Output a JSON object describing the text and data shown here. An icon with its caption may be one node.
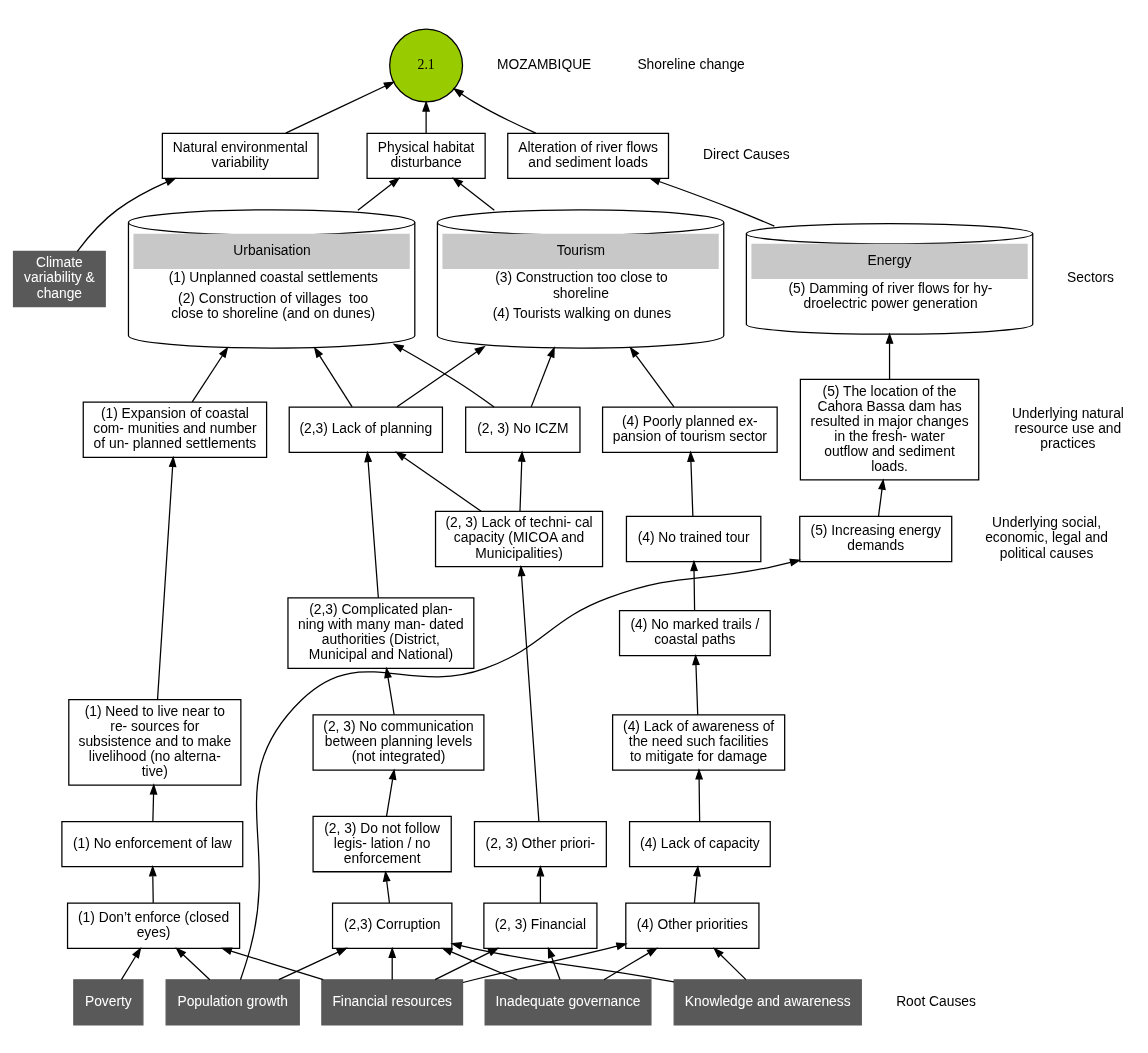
{
  "diagram": {
    "nodes": [
      {
        "text": [
          "2.1"
        ]
      },
      {
        "text": [
          "Natural environmental variability"
        ]
      },
      {
        "text": [
          "Physical habitat disturbance"
        ]
      },
      {
        "text": [
          "Alteration of river flows and sediment loads"
        ]
      },
      {
        "text": [
          "Urbanisation",
          "(1) Unplanned coastal settlements",
          "(2) Construction of villages  too close to shoreline (and on dunes)"
        ]
      },
      {
        "text": [
          "Tourism",
          "(3) Construction too close to shoreline",
          "(4) Tourists walking on dunes"
        ]
      },
      {
        "text": [
          "Energy",
          "(5) Damming of river flows for hy- droelectric power generation"
        ]
      },
      {
        "text": [
          "(1) Expansion of coastal com- munities and number of un- planned settlements"
        ]
      },
      {
        "text": [
          "(1) Need to live near to re- sources for subsistence and to make livelihood (no alterna- tive)"
        ]
      },
      {
        "text": [
          "(1) No enforcement of law"
        ]
      },
      {
        "text": [
          "(1) Don’t enforce (closed eyes)"
        ]
      },
      {
        "text": [
          "(2,3) Lack of planning"
        ]
      },
      {
        "text": [
          "(2,3) Complicated plan- ning with many man- dated authorities (District, Municipal and National)"
        ]
      },
      {
        "text": [
          "(2, 3) No communication between planning levels (not integrated)"
        ]
      },
      {
        "text": [
          "(2, 3) Do not follow legis- lation / no enforcement"
        ]
      },
      {
        "text": [
          "(2,3) Corruption"
        ]
      },
      {
        "text": [
          "(2, 3) No ICZM"
        ]
      },
      {
        "text": [
          "(2, 3) Lack of techni- cal capacity (MICOA and Municipalities)"
        ]
      },
      {
        "text": [
          "(2, 3) Other priori-"
        ]
      },
      {
        "text": [
          "(2, 3) Financial"
        ]
      },
      {
        "text": [
          "(4) Poorly planned ex- pansion of tourism sector"
        ]
      },
      {
        "text": [
          "(4) No trained tour"
        ]
      },
      {
        "text": [
          "(4) No marked trails / coastal paths"
        ]
      },
      {
        "text": [
          "(4) Lack of awareness of the need such facilities to mitigate for damage"
        ]
      },
      {
        "text": [
          "(4) Lack of capacity"
        ]
      },
      {
        "text": [
          "(4) Other priorities"
        ]
      },
      {
        "text": [
          "(5) The location of the Cahora Bassa dam has resulted in major changes in the fresh- water outflow and sediment loads."
        ]
      },
      {
        "text": [
          "(5) Increasing energy demands"
        ]
      },
      {
        "text": [
          "Climate variability & change"
        ]
      },
      {
        "text": [
          "Poverty"
        ]
      },
      {
        "text": [
          "Population growth"
        ]
      },
      {
        "text": [
          "Financial resources"
        ]
      },
      {
        "text": [
          "Inadequate governance"
        ]
      },
      {
        "text": [
          "Knowledge and awareness"
        ]
      }
    ],
    "edges": [
      {
        "from": 1,
        "to": 0,
        "arrow": "to"
      },
      {
        "from": 2,
        "to": 0,
        "arrow": "to"
      },
      {
        "from": 3,
        "to": 0,
        "arrow": "to"
      },
      {
        "from": 4,
        "to": 2,
        "arrow": "to"
      },
      {
        "from": 5,
        "to": 2,
        "arrow": "to"
      },
      {
        "from": 6,
        "to": 3,
        "arrow": "to"
      },
      {
        "from": 7,
        "to": 4,
        "arrow": "to"
      },
      {
        "from": 8,
        "to": 7,
        "arrow": "to"
      },
      {
        "from": 9,
        "to": 8,
        "arrow": "to"
      },
      {
        "from": 10,
        "to": 9,
        "arrow": "to"
      },
      {
        "from": 11,
        "to": 4,
        "arrow": "to"
      },
      {
        "from": 11,
        "to": 5,
        "arrow": "to"
      },
      {
        "from": 16,
        "to": 4,
        "arrow": "to"
      },
      {
        "from": 16,
        "to": 5,
        "arrow": "to"
      },
      {
        "from": 20,
        "to": 5,
        "arrow": "to"
      },
      {
        "from": 12,
        "to": 11,
        "arrow": "to"
      },
      {
        "from": 17,
        "to": 11,
        "arrow": "to"
      },
      {
        "from": 13,
        "to": 12,
        "arrow": "to"
      },
      {
        "from": 14,
        "to": 13,
        "arrow": "to"
      },
      {
        "from": 15,
        "to": 14,
        "arrow": "to"
      },
      {
        "from": 17,
        "to": 16,
        "arrow": "to"
      },
      {
        "from": 18,
        "to": 17,
        "arrow": "to"
      },
      {
        "from": 19,
        "to": 18,
        "arrow": "to"
      },
      {
        "from": 21,
        "to": 20,
        "arrow": "to"
      },
      {
        "from": 22,
        "to": 21,
        "arrow": "to"
      },
      {
        "from": 23,
        "to": 22,
        "arrow": "to"
      },
      {
        "from": 24,
        "to": 23,
        "arrow": "to"
      },
      {
        "from": 25,
        "to": 24,
        "arrow": "to"
      },
      {
        "from": 26,
        "to": 6,
        "arrow": "to"
      },
      {
        "from": 27,
        "to": 26,
        "arrow": "to"
      },
      {
        "from": 28,
        "to": 1,
        "arrow": "to"
      },
      {
        "from": 29,
        "to": 10,
        "arrow": "to"
      },
      {
        "from": 30,
        "to": 10,
        "arrow": "to"
      },
      {
        "from": 30,
        "to": 15,
        "arrow": "to"
      },
      {
        "from": 30,
        "to": 27,
        "arrow": "to"
      },
      {
        "from": 31,
        "to": 10,
        "arrow": "to"
      },
      {
        "from": 31,
        "to": 15,
        "arrow": "to"
      },
      {
        "from": 31,
        "to": 19,
        "arrow": "to"
      },
      {
        "from": 31,
        "to": 25,
        "arrow": "to"
      },
      {
        "from": 32,
        "to": 15,
        "arrow": "to"
      },
      {
        "from": 32,
        "to": 19,
        "arrow": "to"
      },
      {
        "from": 32,
        "to": 25,
        "arrow": "to"
      },
      {
        "from": 33,
        "to": 15,
        "arrow": "to"
      },
      {
        "from": 33,
        "to": 25,
        "arrow": "to"
      }
    ],
    "labels": [
      "MOZAMBIQUE",
      "Shoreline change",
      "Direct Causes",
      "Sectors",
      "Underlying natural resource use and practices",
      "Underlying social, economic, legal and political causes",
      "Root Causes"
    ]
  }
}
